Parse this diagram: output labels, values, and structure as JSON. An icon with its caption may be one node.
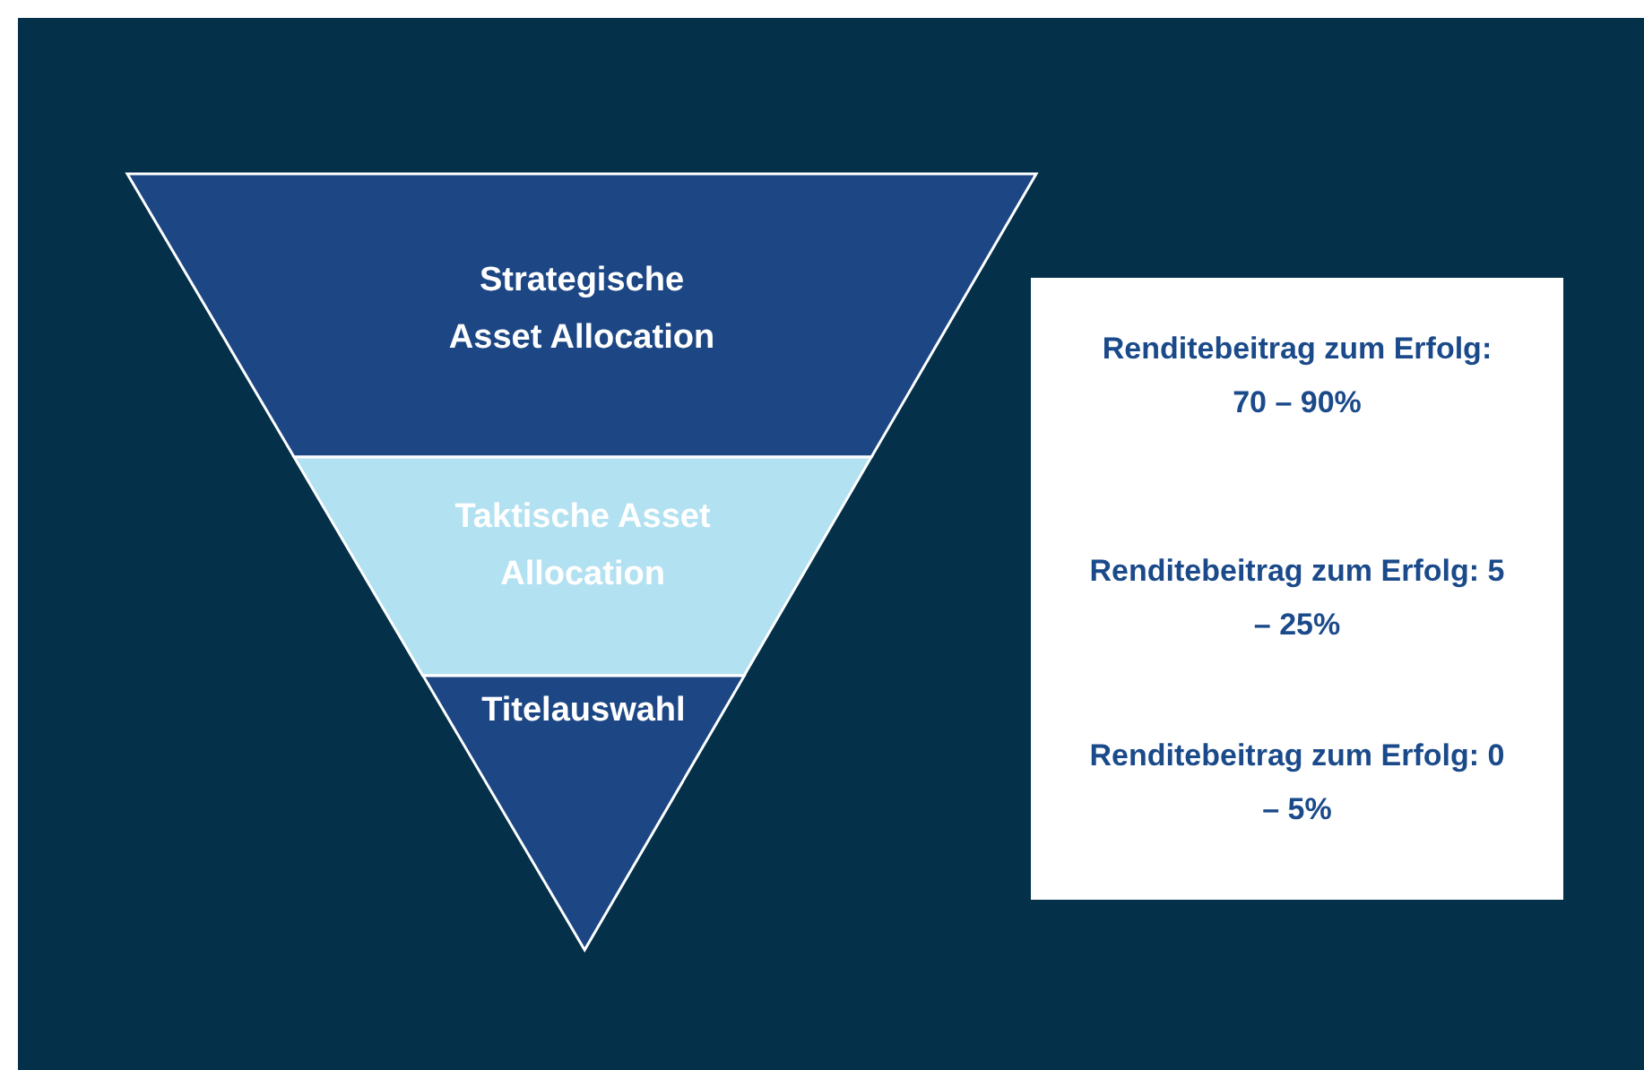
{
  "diagram": {
    "nodes": [
      {
        "text": [
          "Strategische Asset Allocation"
        ]
      },
      {
        "text": [
          "Taktische Asset Allocation"
        ]
      },
      {
        "text": [
          "Titelauswahl"
        ]
      },
      {
        "text": [
          "Renditebeitrag zum Erfolg: 70 – 90%",
          "Renditebeitrag zum Erfolg: 5 – 25%",
          "Renditebeitrag zum Erfolg: 0 – 5%"
        ]
      }
    ]
  }
}
